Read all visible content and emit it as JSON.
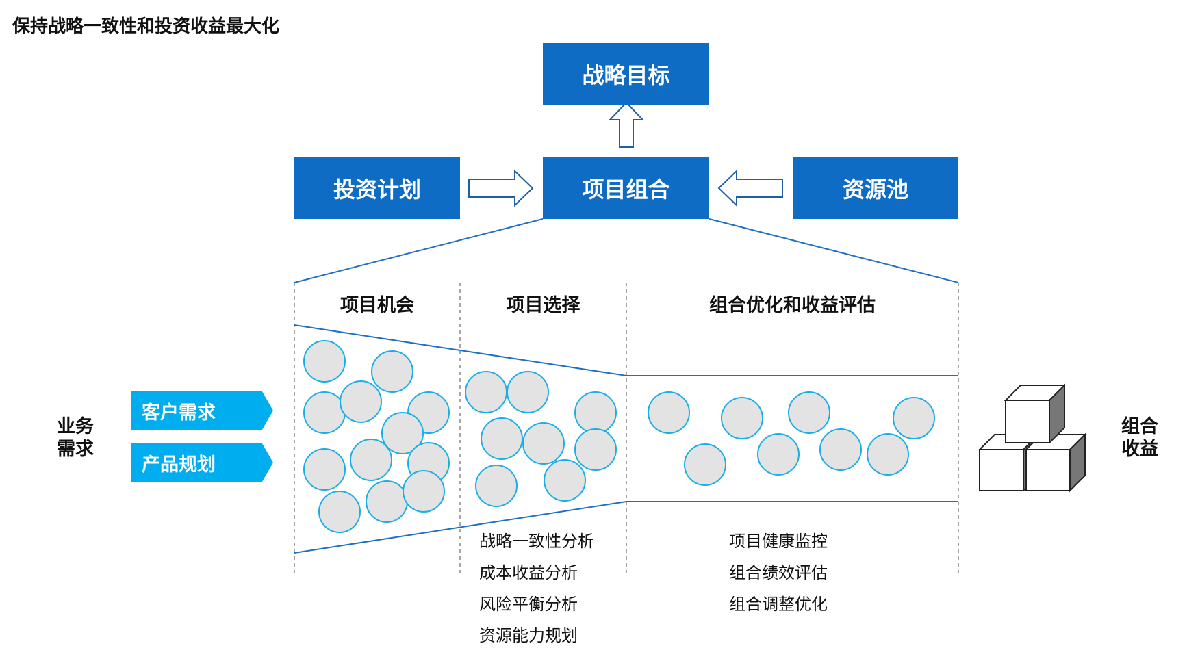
{
  "title": "保持战略一致性和投资收益最大化",
  "boxes": {
    "strategic_goal": "战略目标",
    "investment_plan": "投资计划",
    "project_portfolio": "项目组合",
    "resource_pool": "资源池"
  },
  "columns": [
    "项目机会",
    "项目选择",
    "组合优化和收益评估"
  ],
  "left_label": [
    "业务",
    "需求"
  ],
  "right_label": [
    "组合",
    "收益"
  ],
  "inputs": [
    "客户需求",
    "产品规划"
  ],
  "selection_tasks": [
    "战略一致性分析",
    "成本收益分析",
    "风险平衡分析",
    "资源能力规划"
  ],
  "portfolio_tasks": [
    "项目健康监控",
    "组合绩效评估",
    "组合调整优化"
  ],
  "colors": {
    "box_blue": "#0f6cc4",
    "chevron_cyan": "#00aeef",
    "circle_fill": "#e3e3e3",
    "circle_stroke": "#1aaee6"
  }
}
